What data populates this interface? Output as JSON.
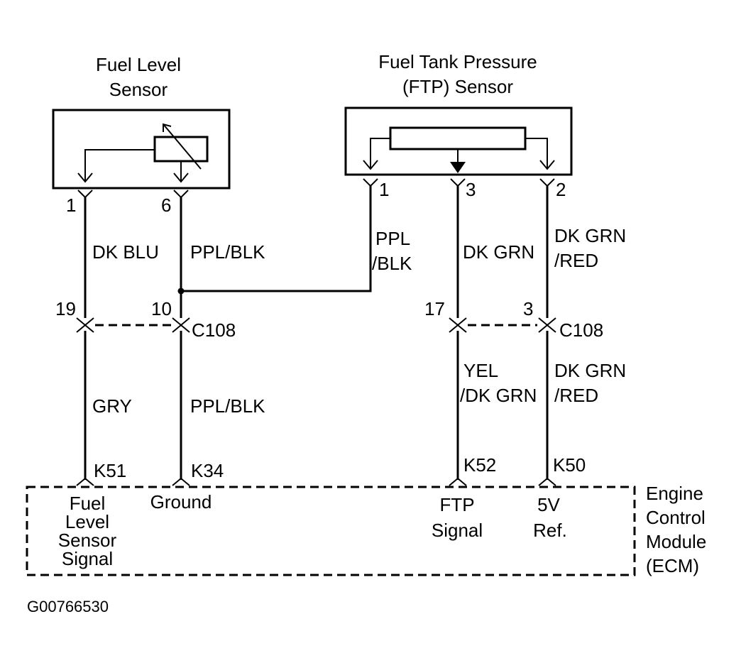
{
  "fuel_level_sensor": {
    "title_line1": "Fuel Level",
    "title_line2": "Sensor",
    "pin_a": "1",
    "pin_b": "6"
  },
  "ftp_sensor": {
    "title_line1": "Fuel Tank Pressure",
    "title_line2": "(FTP) Sensor",
    "pin_a": "1",
    "pin_b": "3",
    "pin_c": "2"
  },
  "wires_upper": {
    "w1": "DK BLU",
    "w2": "PPL/BLK",
    "w3_line1": "PPL",
    "w3_line2": "/BLK",
    "w4": "DK GRN",
    "w5_line1": "DK GRN",
    "w5_line2": "/RED"
  },
  "connector_left": {
    "pin_a": "19",
    "pin_b": "10",
    "name": "C108"
  },
  "connector_right": {
    "pin_a": "17",
    "pin_b": "3",
    "name": "C108"
  },
  "wires_lower": {
    "w1": "GRY",
    "w2": "PPL/BLK",
    "w3_line1": "YEL",
    "w3_line2": "/DK GRN",
    "w4_line1": "DK GRN",
    "w4_line2": "/RED"
  },
  "ecm_pins": {
    "k51": "K51",
    "k34": "K34",
    "k52": "K52",
    "k50": "K50"
  },
  "ecm_signals": {
    "fuel_level_l1": "Fuel",
    "fuel_level_l2": "Level",
    "fuel_level_l3": "Sensor",
    "fuel_level_l4": "Signal",
    "ground": "Ground",
    "ftp_l1": "FTP",
    "ftp_l2": "Signal",
    "ref_l1": "5V",
    "ref_l2": "Ref."
  },
  "ecm": {
    "line1": "Engine",
    "line2": "Control",
    "line3": "Module",
    "line4": "(ECM)"
  },
  "figure_id": "G00766530"
}
